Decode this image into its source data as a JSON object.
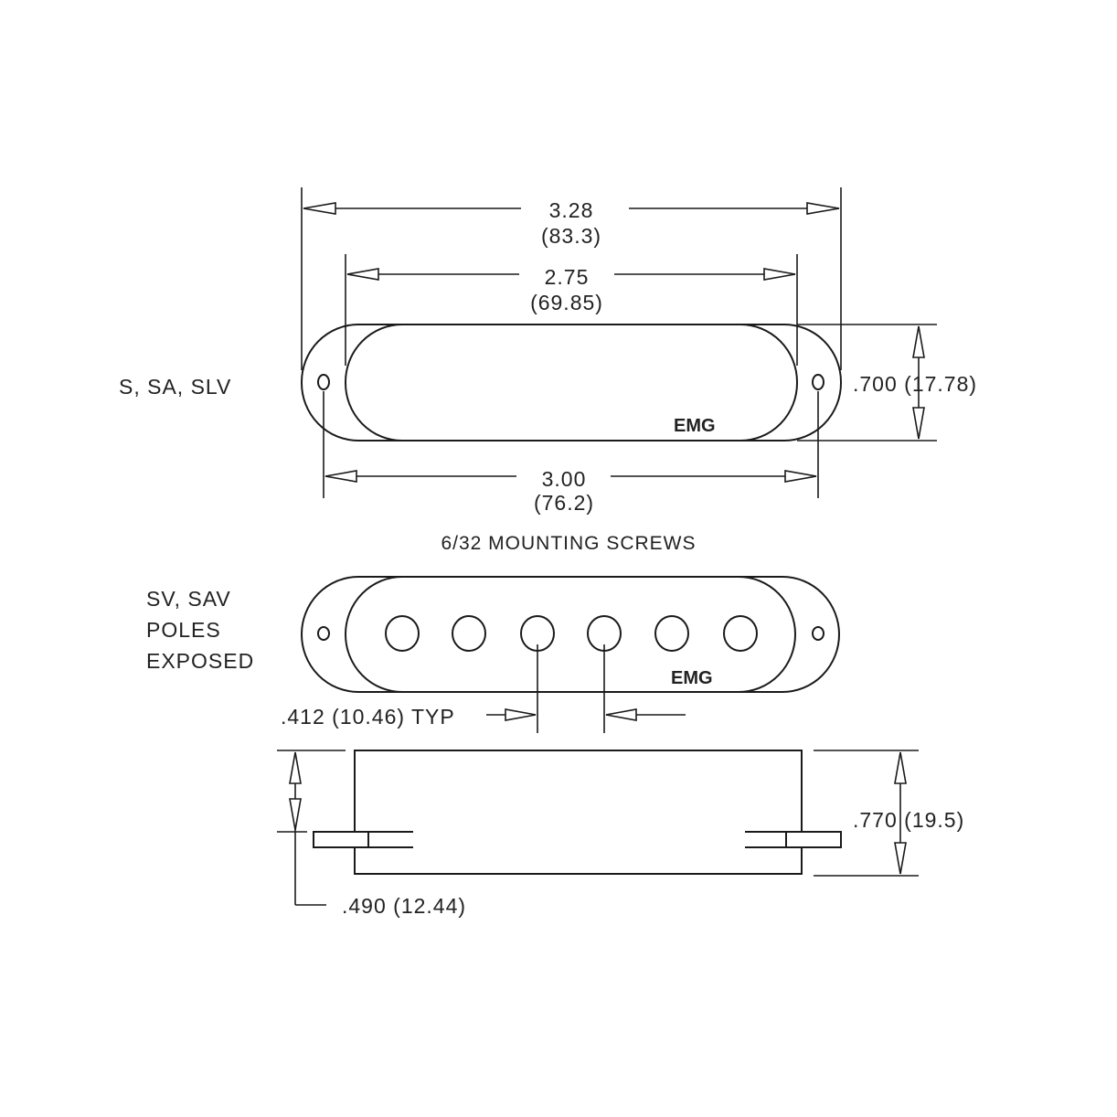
{
  "top_view": {
    "label": "S, SA, SLV",
    "logo": "EMG",
    "dim_overall": {
      "inch": "3.28",
      "mm": "(83.3)"
    },
    "dim_cover": {
      "inch": "2.75",
      "mm": "(69.85)"
    },
    "dim_screws": {
      "inch": "3.00",
      "mm": "(76.2)"
    },
    "dim_width": ".700 (17.78)"
  },
  "screws_note": "6/32 MOUNTING SCREWS",
  "poles_view": {
    "label_lines": [
      "SV, SAV",
      "POLES",
      "EXPOSED"
    ],
    "logo": "EMG",
    "pole_spacing": ".412 (10.46) TYP",
    "pole_count": 6
  },
  "side_view": {
    "dim_height": ".770 (19.5)",
    "dim_tab": ".490 (12.44)"
  }
}
